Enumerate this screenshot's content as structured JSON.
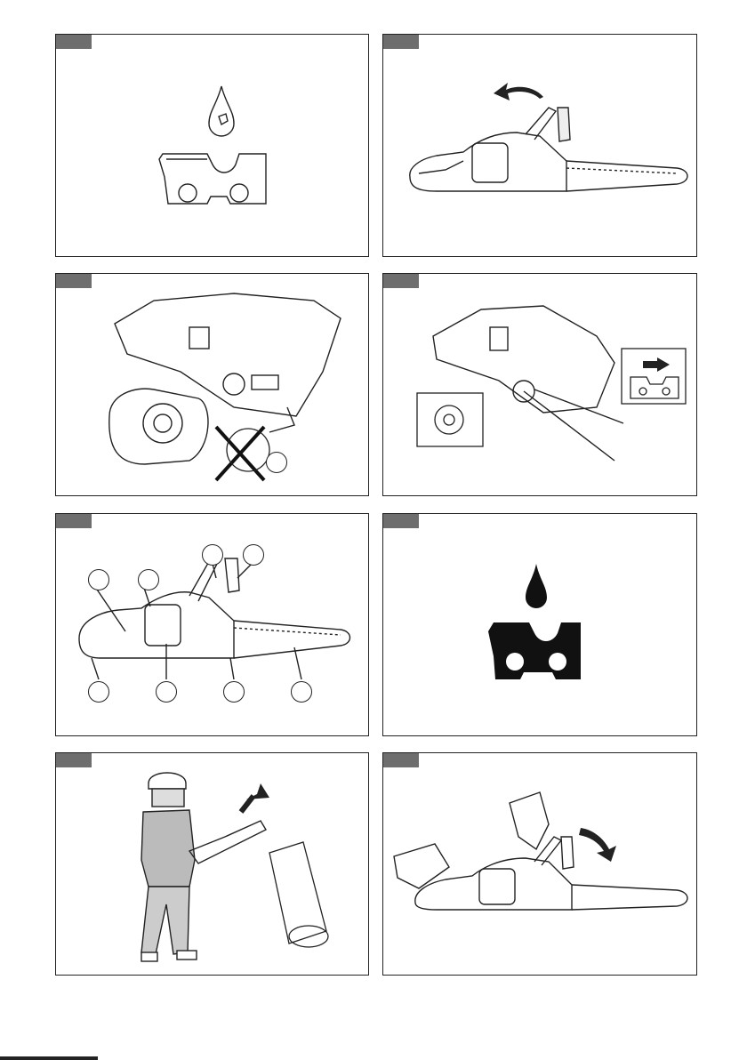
{
  "panels": [
    {
      "id": "fig-oil-drop-chain-link",
      "tag": ""
    },
    {
      "id": "fig-chain-brake-release",
      "tag": ""
    },
    {
      "id": "fig-sprocket-cover-removed",
      "tag": ""
    },
    {
      "id": "fig-chain-fitting-direction",
      "tag": ""
    },
    {
      "id": "fig-component-overview",
      "tag": ""
    },
    {
      "id": "fig-oil-drop-black",
      "tag": ""
    },
    {
      "id": "fig-operator-cutting",
      "tag": ""
    },
    {
      "id": "fig-brake-engage-hands",
      "tag": ""
    }
  ],
  "callouts": {
    "p3": [
      ""
    ],
    "p5": [
      "",
      "",
      "",
      "",
      "",
      "",
      "",
      ""
    ]
  },
  "icons": [
    "oil-drop-icon",
    "chain-link-icon",
    "curved-arrow-icon",
    "cross-mark-icon",
    "direction-arrow-icon"
  ]
}
